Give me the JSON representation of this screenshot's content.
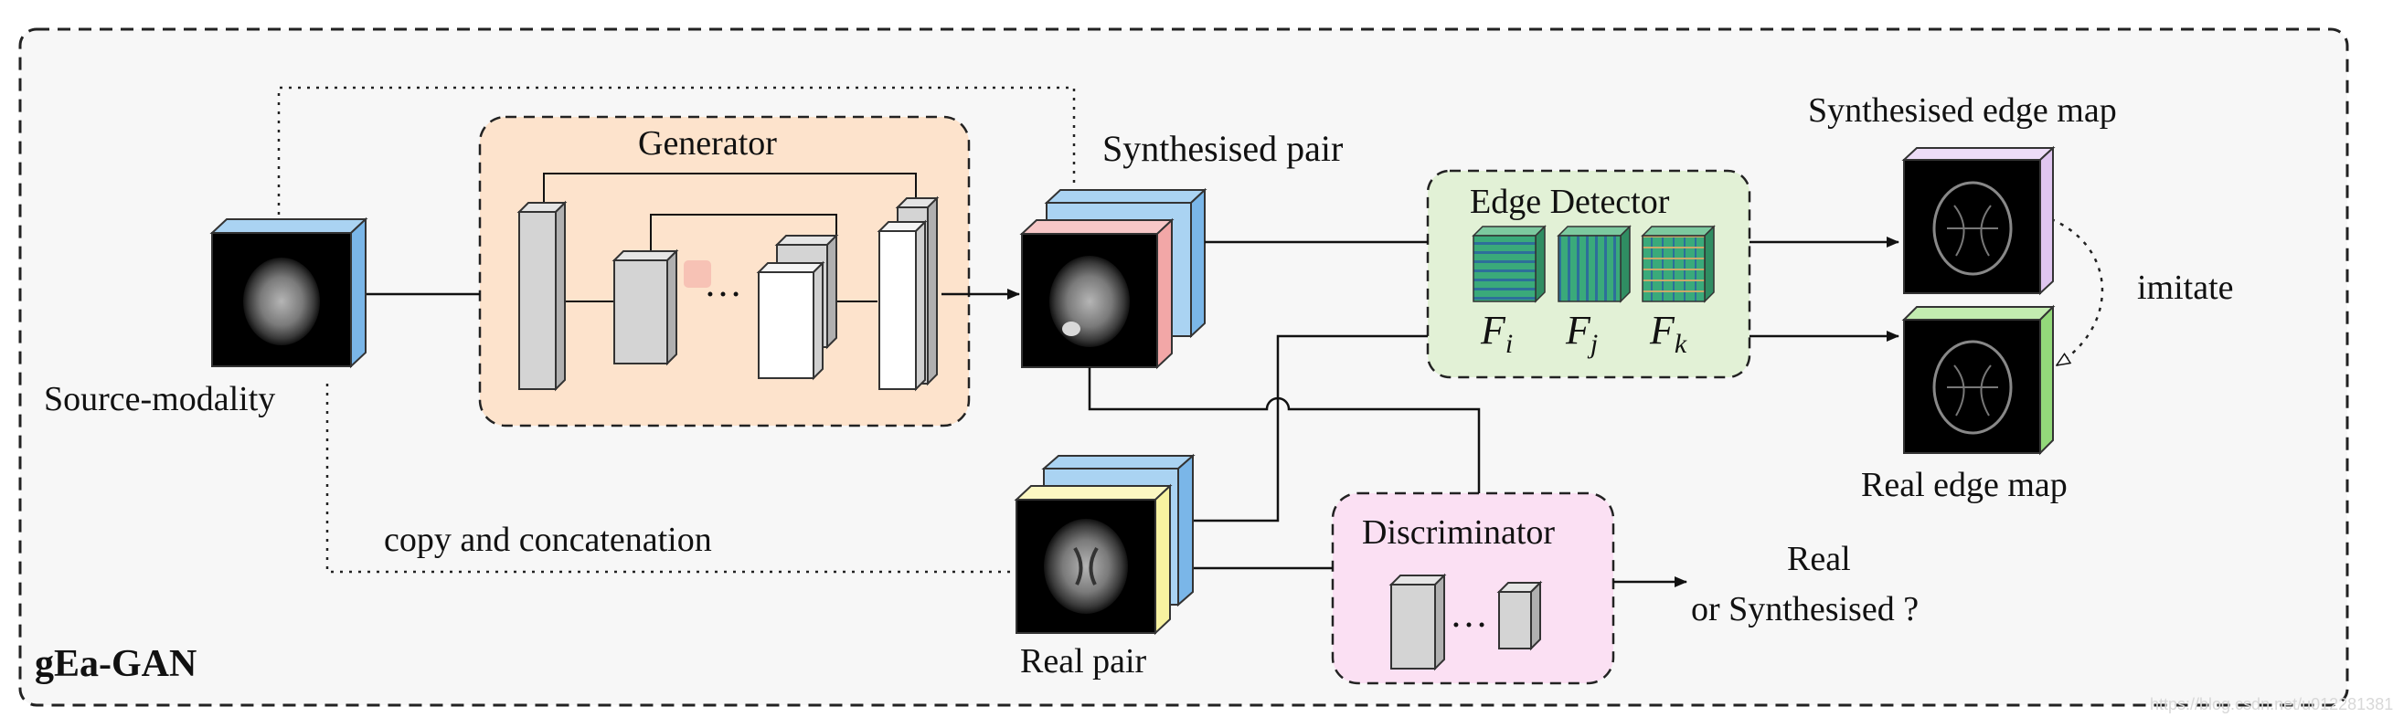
{
  "diagram": {
    "title": "gEa-GAN",
    "generator_label": "Generator",
    "discriminator_label": "Discriminator",
    "edge_detector_label": "Edge Detector",
    "filters": [
      {
        "symbol": "F",
        "subscript": "i",
        "pattern": "horizontal-stripes"
      },
      {
        "symbol": "F",
        "subscript": "j",
        "pattern": "vertical-stripes"
      },
      {
        "symbol": "F",
        "subscript": "k",
        "pattern": "grid"
      }
    ],
    "source_modality_label": "Source-modality",
    "synthesised_pair_label": "Synthesised pair",
    "real_pair_label": "Real pair",
    "synthesised_edge_map_label": "Synthesised edge map",
    "real_edge_map_label": "Real edge map",
    "imitate_label": "imitate",
    "copy_concat_label": "copy and concatenation",
    "output_line1": "Real",
    "output_line2": "or Synthesised ?",
    "ellipsis": "…",
    "watermark": "https://blog.csdn.net/u012281381"
  },
  "colors": {
    "generator_fill": "#fde3cc",
    "discriminator_fill": "#fbe0f3",
    "edge_detector_fill": "#e2f1d6",
    "source_side": "#7ab6e8",
    "synth_side": "#f2a7a7",
    "real_side": "#f7f2a0",
    "synth_edge_side": "#e0c6f0",
    "real_edge_side": "#93d97a",
    "filter_green": "#3aaa7a",
    "filter_blue": "#3a8fb5",
    "layer_gray": "#d4d4d4"
  }
}
